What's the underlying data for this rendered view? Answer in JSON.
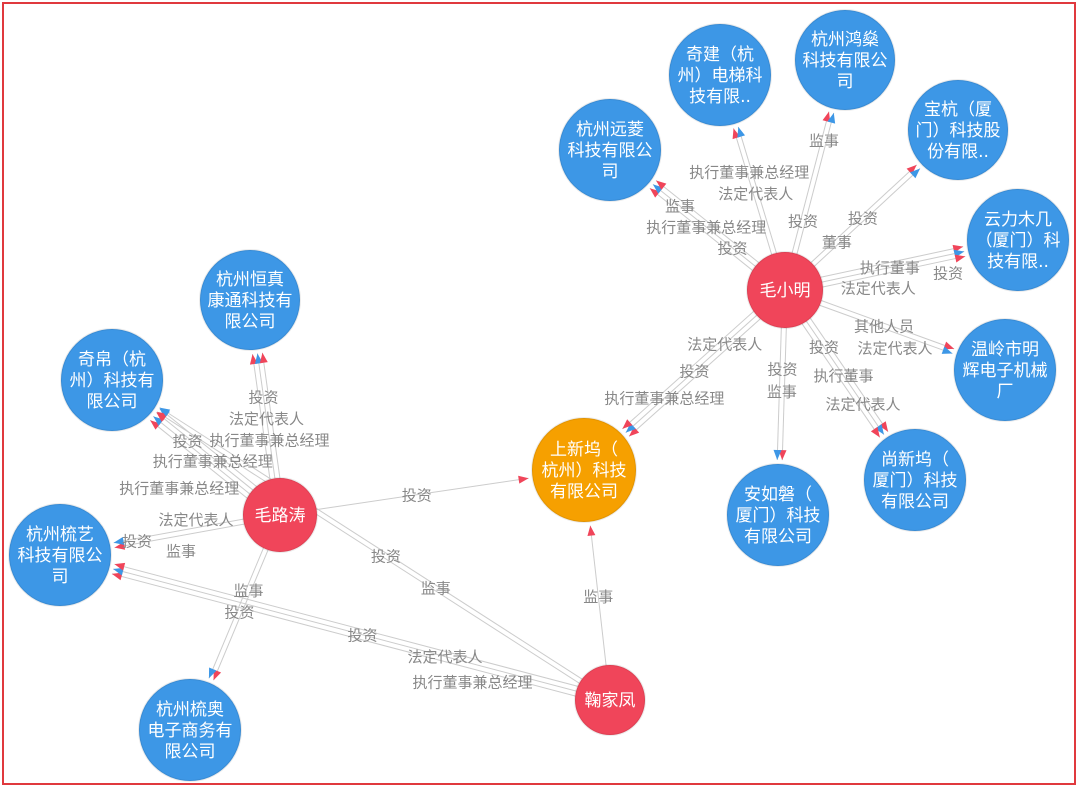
{
  "colors": {
    "person": "#f0455a",
    "target": "#f6a000",
    "company": "#3d97e6",
    "edge": "#cccccc",
    "label": "#888888",
    "border": "#e0393e",
    "arrow_a": "#f0455a",
    "arrow_b": "#3d97e6"
  },
  "nodes": [
    {
      "id": "mxm",
      "type": "person",
      "lines": [
        "毛小明"
      ]
    },
    {
      "id": "mlt",
      "type": "person",
      "lines": [
        "毛路涛"
      ]
    },
    {
      "id": "jjf",
      "type": "person",
      "lines": [
        "鞠家凤"
      ]
    },
    {
      "id": "sxw",
      "type": "target",
      "lines": [
        "上新坞（",
        "杭州）科技",
        "有限公司"
      ]
    },
    {
      "id": "hzyl",
      "type": "company",
      "lines": [
        "杭州远菱",
        "科技有限公",
        "司"
      ]
    },
    {
      "id": "qj",
      "type": "company",
      "lines": [
        "奇建（杭",
        "州）电梯科",
        "技有限.."
      ]
    },
    {
      "id": "hzhs",
      "type": "company",
      "lines": [
        "杭州鸿燊",
        "科技有限公",
        "司"
      ]
    },
    {
      "id": "bh",
      "type": "company",
      "lines": [
        "宝杭（厦",
        "门）科技股",
        "份有限.."
      ]
    },
    {
      "id": "ylmj",
      "type": "company",
      "lines": [
        "云力木几",
        "（厦门）科",
        "技有限.."
      ]
    },
    {
      "id": "wlsm",
      "type": "company",
      "lines": [
        "温岭市明",
        "辉电子机械",
        "厂"
      ]
    },
    {
      "id": "sxwxm",
      "type": "company",
      "lines": [
        "尚新坞（",
        "厦门）科技",
        "有限公司"
      ]
    },
    {
      "id": "arp",
      "type": "company",
      "lines": [
        "安如磐（",
        "厦门）科技",
        "有限公司"
      ]
    },
    {
      "id": "hzhz",
      "type": "company",
      "lines": [
        "杭州恒真",
        "康通科技有",
        "限公司"
      ]
    },
    {
      "id": "qb",
      "type": "company",
      "lines": [
        "奇帛（杭",
        "州）科技有",
        "限公司"
      ]
    },
    {
      "id": "hzsy",
      "type": "company",
      "lines": [
        "杭州梳艺",
        "科技有限公",
        "司"
      ]
    },
    {
      "id": "hzsa",
      "type": "company",
      "lines": [
        "杭州梳奥",
        "电子商务有",
        "限公司"
      ]
    }
  ],
  "edges": [
    {
      "from": "mxm",
      "to": "hzyl",
      "labels": [
        "执行董事兼总经理",
        "投资",
        "监事"
      ]
    },
    {
      "from": "mxm",
      "to": "qj",
      "labels": [
        "法定代表人",
        "执行董事兼总经理"
      ]
    },
    {
      "from": "mxm",
      "to": "hzhs",
      "labels": [
        "投资",
        "监事"
      ]
    },
    {
      "from": "mxm",
      "to": "bh",
      "labels": [
        "投资",
        "董事"
      ]
    },
    {
      "from": "mxm",
      "to": "ylmj",
      "labels": [
        "执行董事",
        "法定代表人",
        "投资"
      ]
    },
    {
      "from": "mxm",
      "to": "wlsm",
      "labels": [
        "其他人员",
        "法定代表人"
      ]
    },
    {
      "from": "mxm",
      "to": "sxwxm",
      "labels": [
        "执行董事",
        "投资",
        "法定代表人"
      ]
    },
    {
      "from": "mxm",
      "to": "arp",
      "labels": [
        "监事",
        "投资"
      ]
    },
    {
      "from": "mxm",
      "to": "sxw",
      "labels": [
        "投资",
        "法定代表人",
        "执行董事兼总经理"
      ]
    },
    {
      "from": "mlt",
      "to": "hzhz",
      "labels": [
        "法定代表人",
        "执行董事兼总经理",
        "投资"
      ]
    },
    {
      "from": "mlt",
      "to": "qb",
      "labels": [
        "执行董事兼总经理",
        "投资",
        "执行董事兼总经理",
        "法定代表人"
      ]
    },
    {
      "from": "mlt",
      "to": "hzsy",
      "labels": [
        "投资",
        "监事"
      ]
    },
    {
      "from": "mlt",
      "to": "sxw",
      "labels": [
        "投资"
      ]
    },
    {
      "from": "mlt",
      "to": "hzsa",
      "labels": [
        "投资",
        "监事"
      ]
    },
    {
      "from": "jjf",
      "to": "hzsy",
      "labels": [
        "投资",
        "法定代表人",
        "执行董事兼总经理"
      ]
    },
    {
      "from": "jjf",
      "to": "qb",
      "labels": [
        "投资",
        "监事"
      ]
    },
    {
      "from": "jjf",
      "to": "sxw",
      "labels": [
        "监事"
      ]
    }
  ]
}
